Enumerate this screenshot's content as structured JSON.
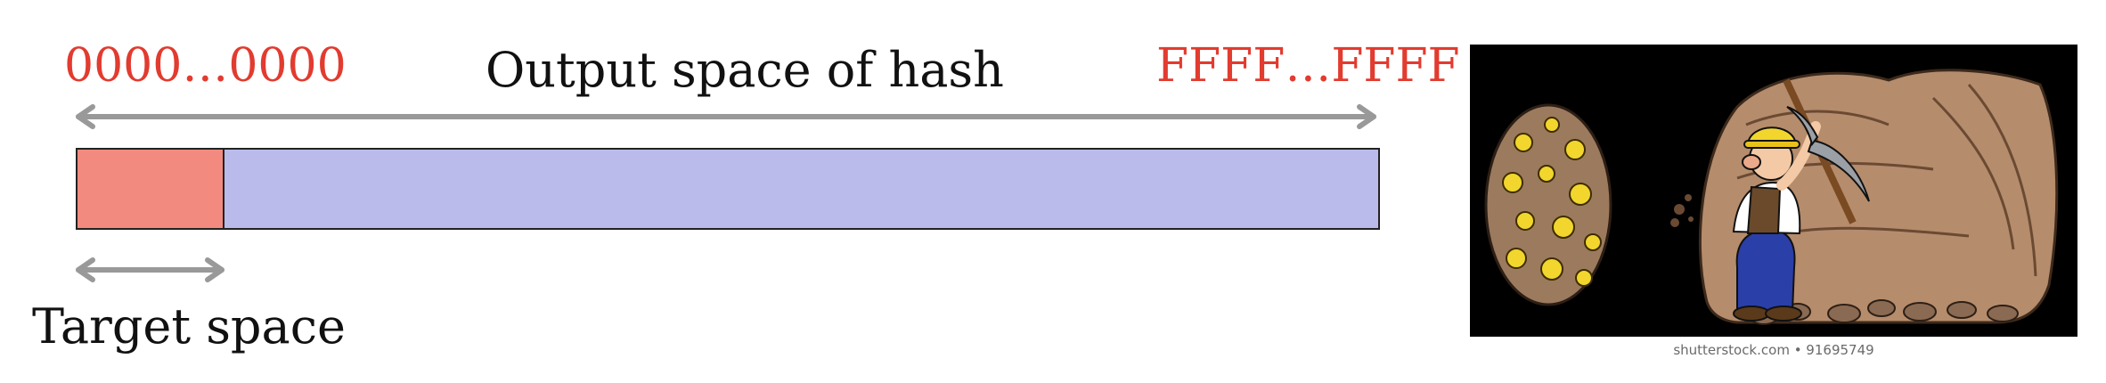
{
  "hash_range": {
    "min_label": "0000…0000",
    "max_label": "FFFF…FFFF",
    "title": "Output space of hash",
    "target_label": "Target space",
    "target_fraction": 0.113
  },
  "colors": {
    "range_text": "#e23b2f",
    "target_fill": "#f28a80",
    "space_fill": "#babbea",
    "arrow": "#999999",
    "bar_border": "#222222"
  },
  "illustration": {
    "subject": "miner-digging-gold-nuggets-cartoon",
    "watermark": "shutterstock.com • 91695749"
  }
}
